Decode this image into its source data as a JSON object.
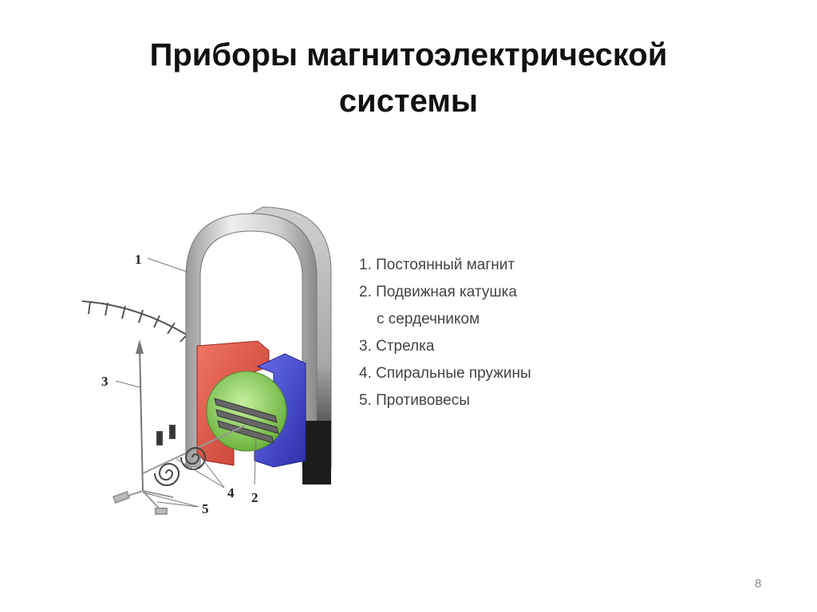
{
  "slide": {
    "title_line1": "Приборы магнитоэлектрической",
    "title_line2": "системы",
    "page_number": "8"
  },
  "figure": {
    "labels": [
      "1",
      "2",
      "3",
      "4",
      "5"
    ],
    "legend": [
      "1. Постоянный магнит",
      "2. Подвижная катушка",
      "с сердечником",
      "3. Стрелка",
      "4. Спиральные пружины",
      "5. Противовесы"
    ]
  },
  "colors": {
    "magnet": "#b8b8b8",
    "pole_left": "#e8584a",
    "pole_right": "#4a4fd6",
    "core": "#8ccf5a"
  }
}
